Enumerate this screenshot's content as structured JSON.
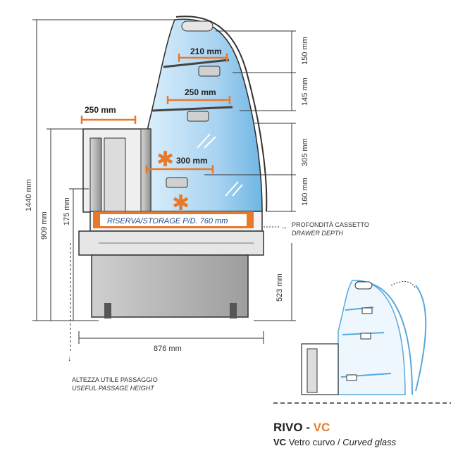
{
  "model": {
    "name": "RIVO",
    "separator": " - ",
    "code": "VC",
    "code_color": "#e8792b",
    "subtitle_code": "VC",
    "subtitle_it": "Vetro curvo / ",
    "subtitle_en": "Curved glass"
  },
  "dimensions": {
    "total_height": "1440 mm",
    "counter_height": "909 mm",
    "drawer_height": "175 mm",
    "base_height": "523 mm",
    "width": "876 mm",
    "shelf_gap_top": "150 mm",
    "shelf_gap_2": "145 mm",
    "shelf_gap_3": "305 mm",
    "shelf_gap_4": "160 mm"
  },
  "shelf_labels": {
    "top_shelf": "210 mm",
    "middle_shelf": "250 mm",
    "bottom_shelf": "300 mm",
    "rear_shelf": "250 mm"
  },
  "storage_label": {
    "text_it": "RISERVA/",
    "text_en": "STORAGE P/D. 760 mm"
  },
  "notes": {
    "drawer_depth_it": "PROFONDITÀ CASSETTO",
    "drawer_depth_en": "DRAWER DEPTH",
    "passage_it": "ALTEZZA UTILE PASSAGGIO",
    "passage_en": "USEFUL PASSAGE HEIGHT"
  },
  "colors": {
    "accent": "#e8792b",
    "glass": "#b9dcf3",
    "glass_dark": "#5aa8da",
    "metal": "#9a9a9a",
    "line": "#222222"
  },
  "chart_data": {
    "type": "table",
    "dimensions_mm": {
      "total_height": 1440,
      "counter_height": 909,
      "drawer_height": 175,
      "base_height": 523,
      "width": 876,
      "drawer_depth": 760,
      "shelf_spacings": [
        150,
        145,
        305,
        160
      ],
      "shelf_depths": [
        210,
        250,
        300
      ],
      "rear_shelf_depth": 250
    }
  }
}
